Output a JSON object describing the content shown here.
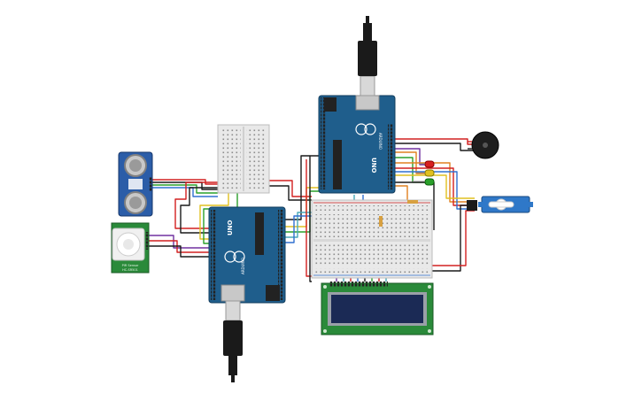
{
  "circuit": {
    "arduino_a": {
      "board_label": "UNO",
      "brand_label": "ARDUINO"
    },
    "arduino_b": {
      "board_label": "UNO",
      "brand_label": "ARDUINO"
    },
    "pir_sensor": {
      "label_top": "PIR Sensor",
      "label_bottom": "HC-SR501"
    },
    "leds": [
      "red",
      "yellow",
      "green"
    ],
    "components": [
      "ultrasonic-sensor",
      "pir-sensor",
      "mini-breadboard",
      "arduino-uno",
      "arduino-uno",
      "breadboard",
      "lcd-16x2",
      "servo",
      "piezo-buzzer",
      "usb-cable",
      "usb-cable"
    ],
    "colors": {
      "arduino_blue": "#1f5e8c",
      "pcb_green": "#2a8a3a",
      "lcd_screen": "#1b2a55",
      "breadboard": "#e9e9e9",
      "servo_blue": "#2f78c8",
      "buzzer": "#1e1e1e",
      "wire_red": "#d22020",
      "wire_black": "#1a1a1a",
      "wire_green": "#2aa02a",
      "wire_yellow": "#e0c020",
      "wire_orange": "#e08020",
      "wire_purple": "#7030a0",
      "wire_blue": "#3070d0",
      "wire_teal": "#48a8b8"
    }
  }
}
